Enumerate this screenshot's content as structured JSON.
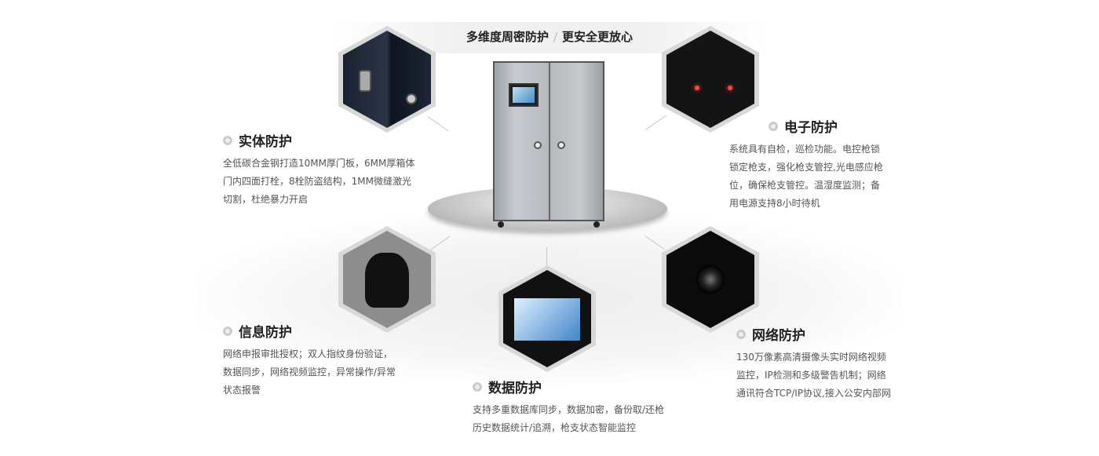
{
  "header": {
    "title_left": "多维度周密防护",
    "separator": "/",
    "title_right": "更安全更放心"
  },
  "features": [
    {
      "title": "实体防护",
      "body": "全低碳合金钢打造10MM厚门板，6MM厚箱体门内四面打栓，8栓防盗结构，1MM微缝激光切割，杜绝暴力开启"
    },
    {
      "title": "电子防护",
      "body": "系统具有自检，巡检功能。电控枪锁锁定枪支，强化枪支管控,光电感应枪位，确保枪支管控。温湿度监测；备用电源支持8小时待机"
    },
    {
      "title": "信息防护",
      "body": "网络申报审批授权；双人指纹身份验证，数据同步，网络视频监控，异常操作/异常状态报警"
    },
    {
      "title": "数据防护",
      "body": "支持多重数据库同步，数据加密，备份取/还枪历史数据统计/追溯，枪支状态智能监控"
    },
    {
      "title": "网络防护",
      "body": "130万像素高清摄像头实时网络视频监控，IP检测和多级警告机制；网络通讯符合TCP/IP协议,接入公安内部网"
    }
  ]
}
